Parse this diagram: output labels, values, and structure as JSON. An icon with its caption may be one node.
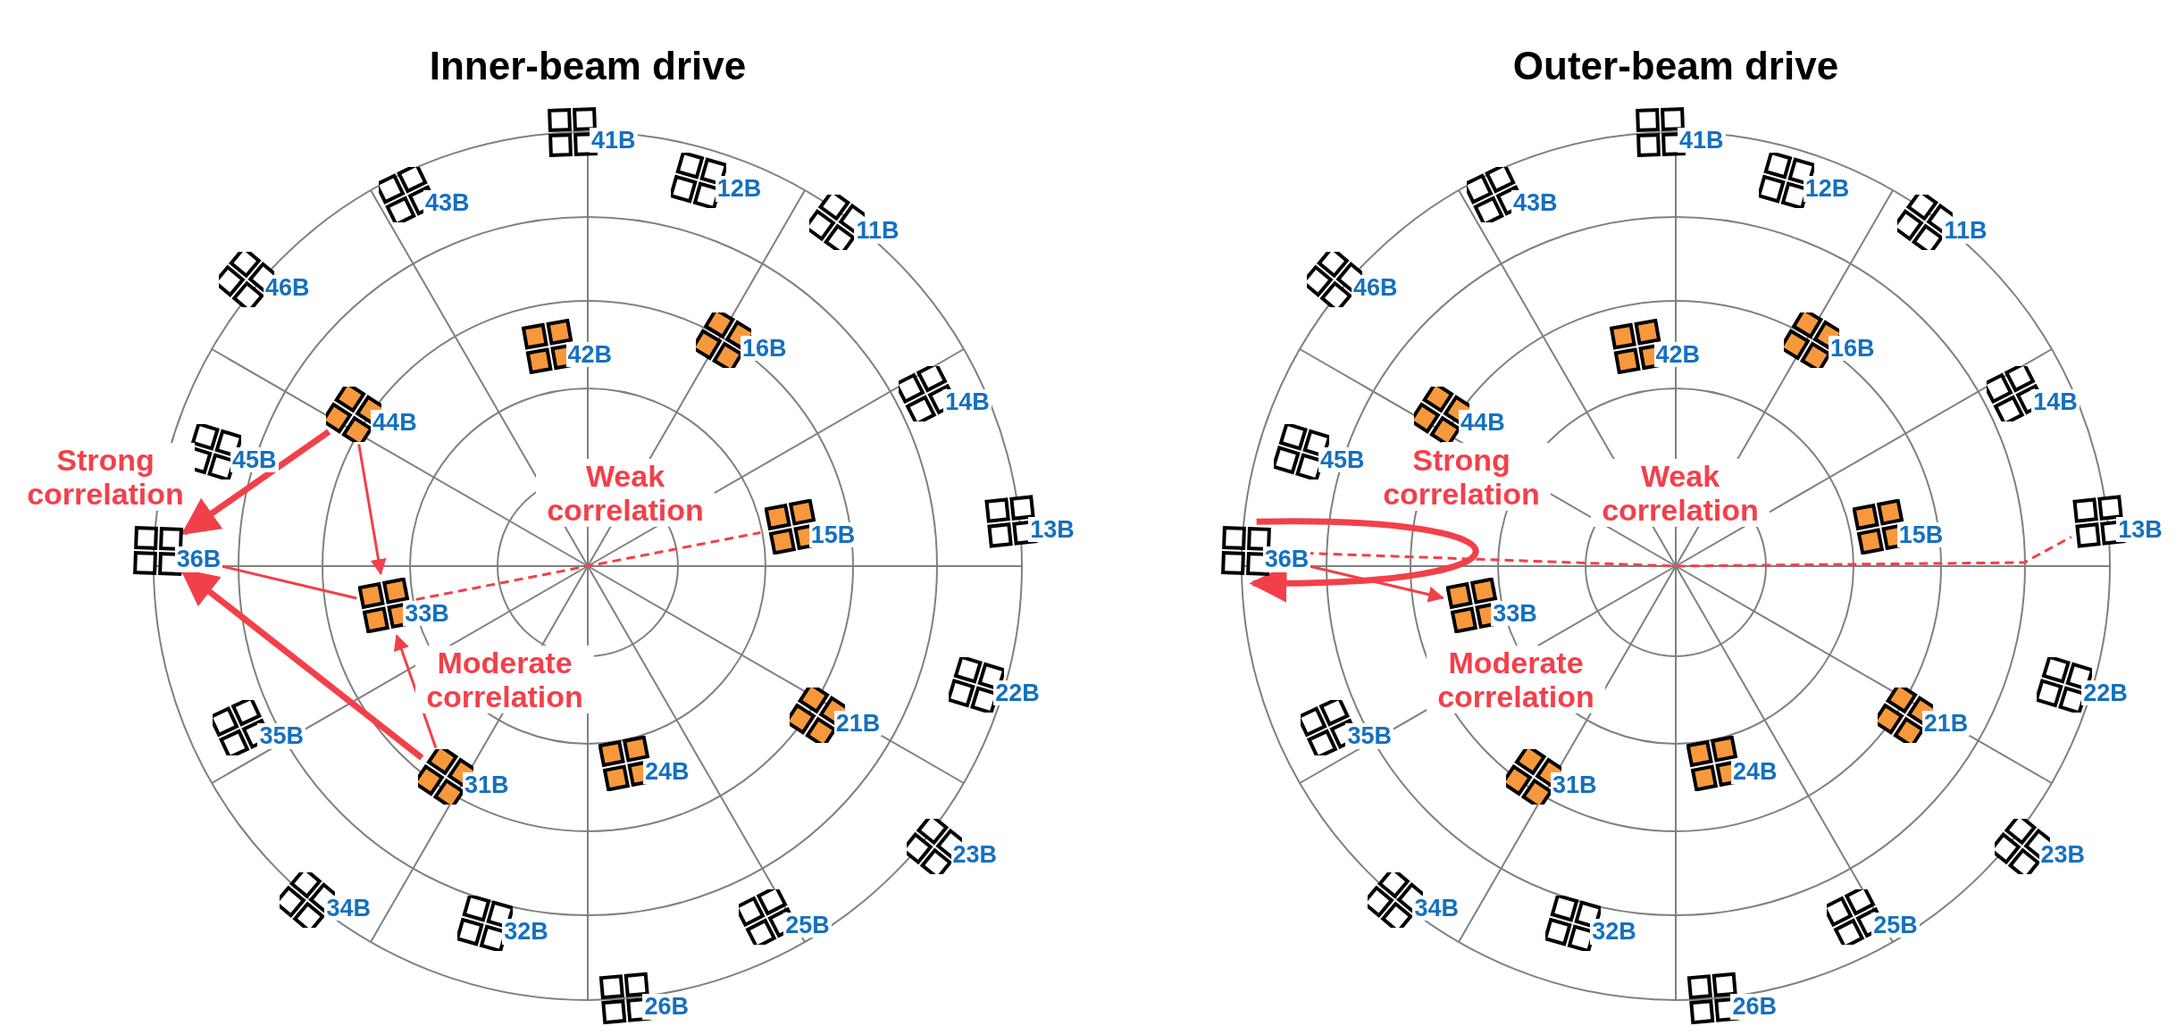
{
  "diagram": {
    "nodes": [
      {
        "text": [
          "41B"
        ]
      },
      {
        "text": [
          "12B"
        ]
      },
      {
        "text": [
          "43B"
        ]
      },
      {
        "text": [
          "11B"
        ]
      },
      {
        "text": [
          "46B"
        ]
      },
      {
        "text": [
          "42B"
        ]
      },
      {
        "text": [
          "16B"
        ]
      },
      {
        "text": [
          "44B"
        ]
      },
      {
        "text": [
          "14B"
        ]
      },
      {
        "text": [
          "45B"
        ]
      },
      {
        "text": [
          "15B"
        ]
      },
      {
        "text": [
          "13B"
        ]
      },
      {
        "text": [
          "36B"
        ]
      },
      {
        "text": [
          "33B"
        ]
      },
      {
        "text": [
          "22B"
        ]
      },
      {
        "text": [
          "35B"
        ]
      },
      {
        "text": [
          "21B"
        ]
      },
      {
        "text": [
          "31B"
        ]
      },
      {
        "text": [
          "24B"
        ]
      },
      {
        "text": [
          "23B"
        ]
      },
      {
        "text": [
          "34B"
        ]
      },
      {
        "text": [
          "32B"
        ]
      },
      {
        "text": [
          "25B"
        ]
      },
      {
        "text": [
          "26B"
        ]
      },
      {
        "text": [
          "41B"
        ]
      },
      {
        "text": [
          "12B"
        ]
      },
      {
        "text": [
          "43B"
        ]
      },
      {
        "text": [
          "11B"
        ]
      },
      {
        "text": [
          "46B"
        ]
      },
      {
        "text": [
          "42B"
        ]
      },
      {
        "text": [
          "16B"
        ]
      },
      {
        "text": [
          "44B"
        ]
      },
      {
        "text": [
          "14B"
        ]
      },
      {
        "text": [
          "45B"
        ]
      },
      {
        "text": [
          "15B"
        ]
      },
      {
        "text": [
          "13B"
        ]
      },
      {
        "text": [
          "36B"
        ]
      },
      {
        "text": [
          "33B"
        ]
      },
      {
        "text": [
          "22B"
        ]
      },
      {
        "text": [
          "35B"
        ]
      },
      {
        "text": [
          "21B"
        ]
      },
      {
        "text": [
          "31B"
        ]
      },
      {
        "text": [
          "24B"
        ]
      },
      {
        "text": [
          "23B"
        ]
      },
      {
        "text": [
          "34B"
        ]
      },
      {
        "text": [
          "32B"
        ]
      },
      {
        "text": [
          "25B"
        ]
      },
      {
        "text": [
          "26B"
        ]
      }
    ],
    "edges": [
      {
        "from": 7,
        "to": 12,
        "arrow": "to",
        "style": "thick"
      },
      {
        "from": 7,
        "to": 13,
        "arrow": "to"
      },
      {
        "from": 13,
        "to": 12,
        "arrow": "to"
      },
      {
        "from": 17,
        "to": 12,
        "arrow": "to",
        "style": "thick"
      },
      {
        "from": 17,
        "to": 13,
        "arrow": "to"
      },
      {
        "from": 13,
        "to": 10,
        "arrow": "none",
        "style": "dashed"
      },
      {
        "from": 36,
        "to": 37,
        "arrow": "to"
      },
      {
        "from": 36,
        "to": 36,
        "arrow": "to",
        "style": "thick"
      },
      {
        "from": 36,
        "to": 35,
        "arrow": "none",
        "style": "dashed"
      }
    ],
    "labels": [
      "Inner-beam drive",
      "Outer-beam drive",
      "Weak correlation",
      "Strong correlation",
      "Moderate correlation",
      "Weak correlation",
      "Strong correlation",
      "Moderate correlation"
    ]
  }
}
